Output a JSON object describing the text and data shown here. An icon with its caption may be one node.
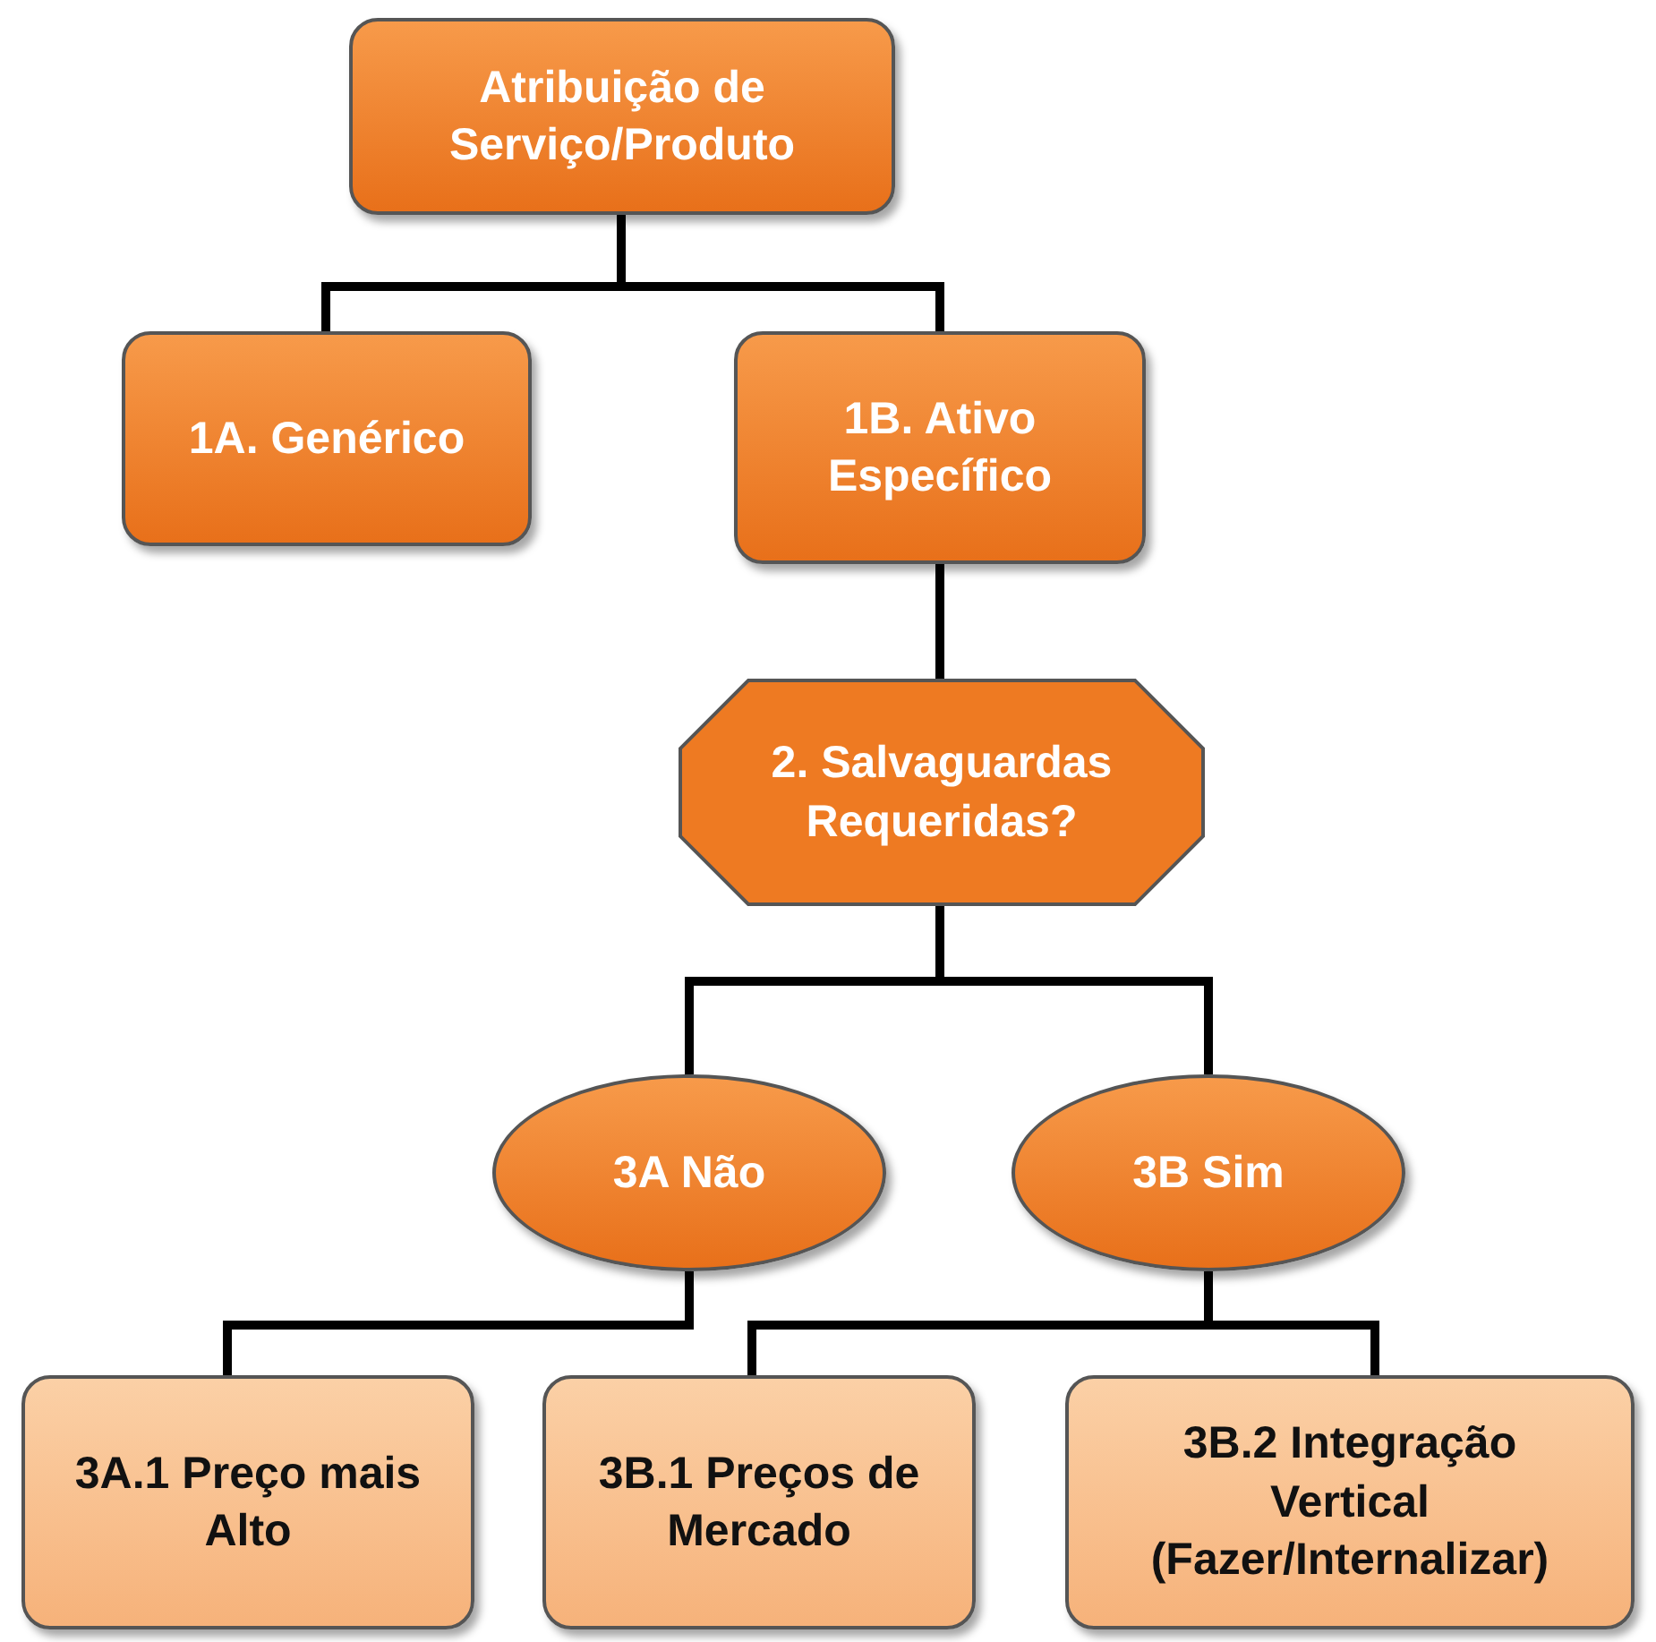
{
  "diagram": {
    "nodes": [
      {
        "text": [
          "Atribuição de Serviço/Produto"
        ]
      },
      {
        "text": [
          "1A. Genérico"
        ]
      },
      {
        "text": [
          "1B. Ativo Específico"
        ]
      },
      {
        "text": [
          "2. Salvaguardas Requeridas?"
        ]
      },
      {
        "text": [
          "3A Não"
        ]
      },
      {
        "text": [
          "3B Sim"
        ]
      },
      {
        "text": [
          "3A.1 Preço mais Alto"
        ]
      },
      {
        "text": [
          "3B.1 Preços de Mercado"
        ]
      },
      {
        "text": [
          "3B.2 Integração Vertical (Fazer/Internalizar)"
        ]
      }
    ],
    "edges": [
      {
        "from": 0,
        "to": 1,
        "arrow": "none"
      },
      {
        "from": 0,
        "to": 2,
        "arrow": "none"
      },
      {
        "from": 2,
        "to": 3,
        "arrow": "none"
      },
      {
        "from": 3,
        "to": 4,
        "arrow": "none"
      },
      {
        "from": 3,
        "to": 5,
        "arrow": "none"
      },
      {
        "from": 4,
        "to": 6,
        "arrow": "none"
      },
      {
        "from": 5,
        "to": 7,
        "arrow": "none"
      },
      {
        "from": 5,
        "to": 8,
        "arrow": "none"
      }
    ]
  }
}
